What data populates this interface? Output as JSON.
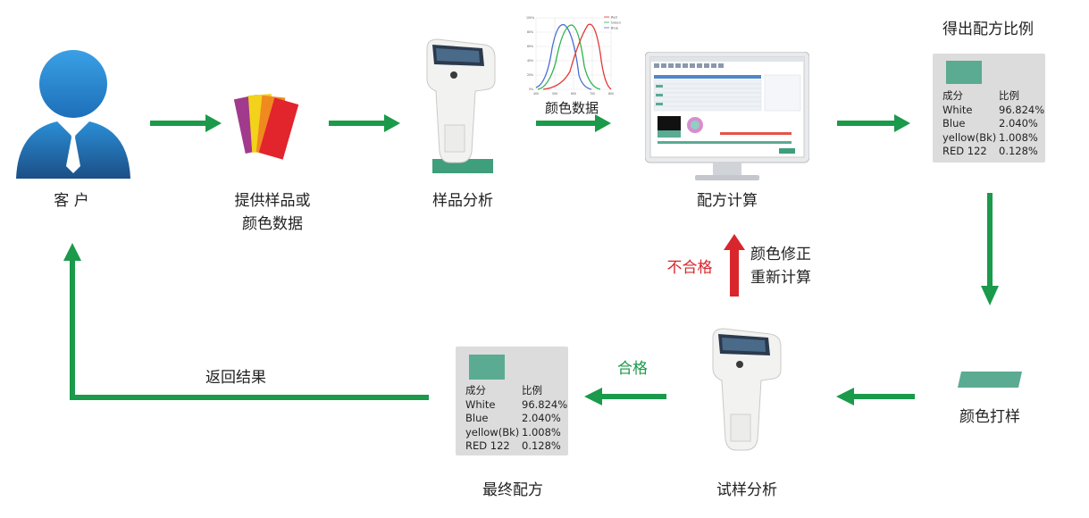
{
  "steps": {
    "customer": "客 户",
    "provide_line1": "提供样品或",
    "provide_line2": "颜色数据",
    "sample_analysis": "样品分析",
    "color_data": "颜色数据",
    "formula_calc": "配方计算",
    "get_ratio": "得出配方比例",
    "color_proof": "颜色打样",
    "trial_analysis": "试样分析",
    "final_formula": "最终配方",
    "return_result": "返回结果",
    "pass": "合格",
    "fail": "不合格",
    "recalc_line1": "颜色修正",
    "recalc_line2": "重新计算"
  },
  "ratio_table": {
    "header": [
      "成分",
      "比例"
    ],
    "rows": [
      [
        "White",
        "96.824%"
      ],
      [
        "Blue",
        "2.040%"
      ],
      [
        "yellow(Bk)",
        "1.008%"
      ],
      [
        "RED 122",
        "0.128%"
      ]
    ]
  },
  "spectral_chart": {
    "legend": [
      "Red",
      "Green",
      "Blue"
    ],
    "yticks": [
      "100%",
      "80%",
      "60%",
      "40%",
      "20%",
      "0%"
    ],
    "xticks": [
      "400",
      "500",
      "600",
      "700",
      "800"
    ]
  },
  "colors": {
    "arrow_green": "#1a9a4a",
    "arrow_red": "#d9262c",
    "swatch": "#5aab91",
    "person_blue": "#2a87cc"
  }
}
